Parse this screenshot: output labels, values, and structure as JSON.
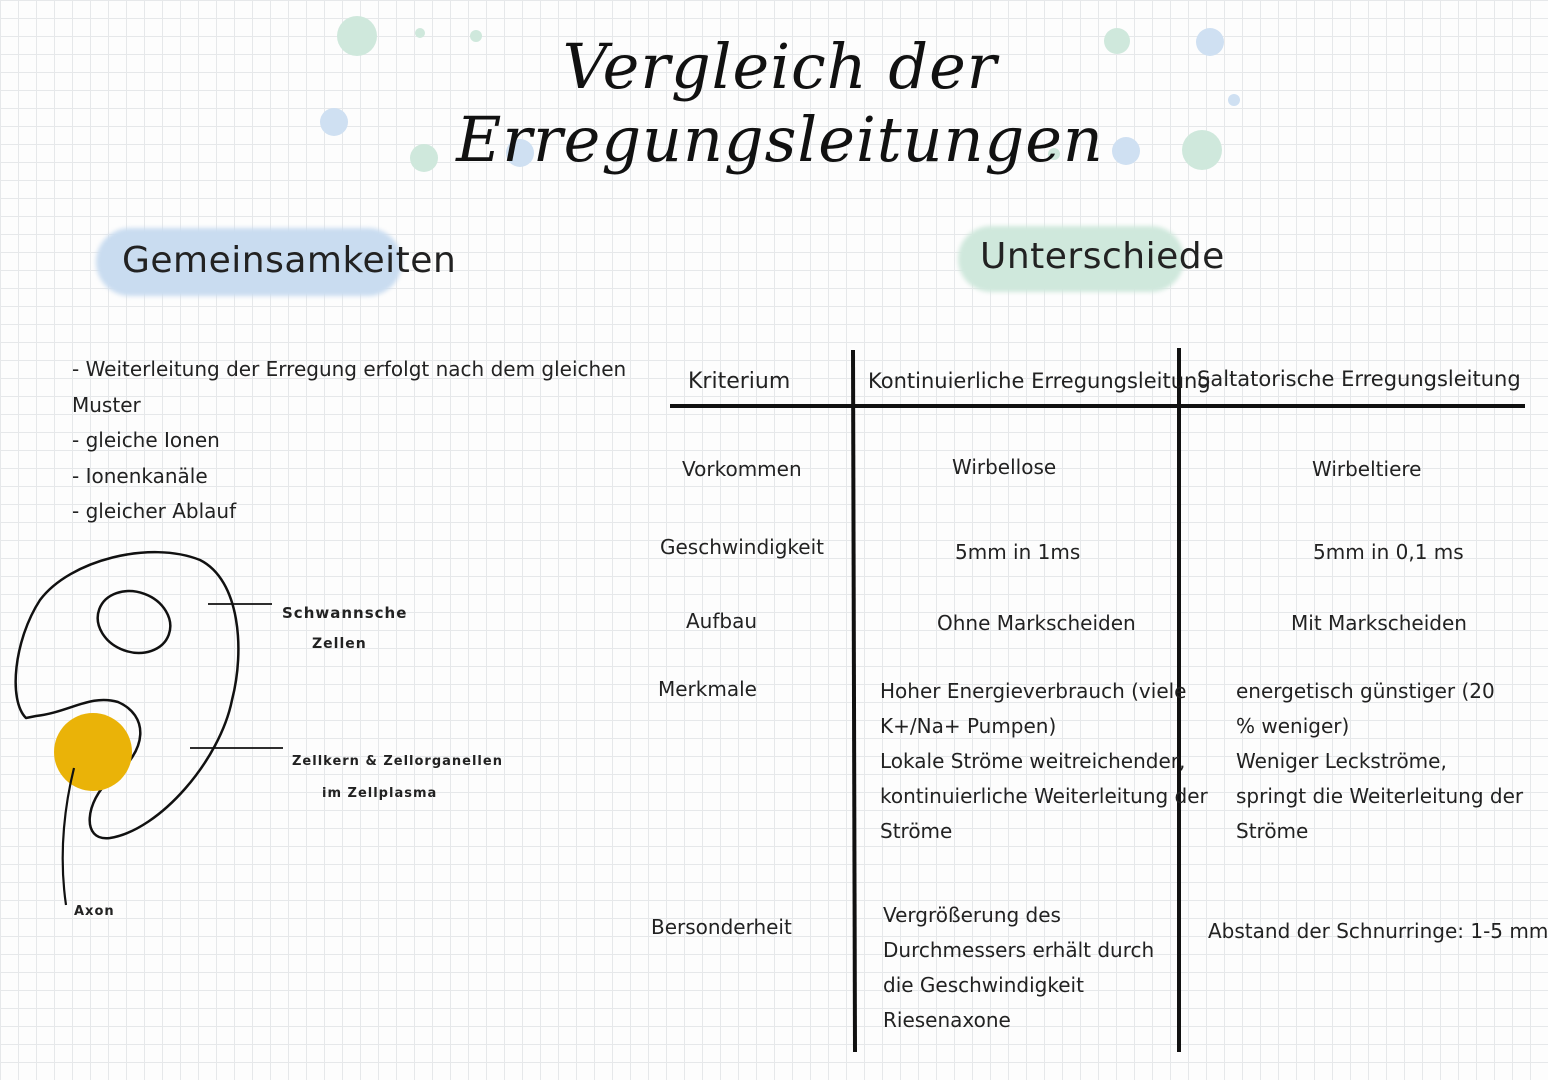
{
  "title": "Vergleich der Erregungsleitungen",
  "left_section": {
    "heading": "Gemeinsamkeiten",
    "notes": [
      "- Weiterleitung der Erregung erfolgt nach dem gleichen",
      "Muster",
      "- gleiche Ionen",
      "- Ionenkanäle",
      "- gleicher Ablauf"
    ],
    "diagram_labels": {
      "schwann_1": "Schwannsche",
      "schwann_2": "Zellen",
      "nucleus_1": "Zellkern & Zellorganellen",
      "nucleus_2": "im Zellplasma",
      "axon": "Axon"
    }
  },
  "right_section": {
    "heading": "Unterschiede",
    "table": {
      "headers": [
        "Kriterium",
        "Kontinuierliche Erregungsleitung",
        "Saltatorische Erregungsleitung"
      ],
      "rows": [
        {
          "criterion": "Vorkommen",
          "continuous": [
            "Wirbellose"
          ],
          "saltatory": [
            "Wirbeltiere"
          ]
        },
        {
          "criterion": "Geschwindigkeit",
          "continuous": [
            "5mm in 1ms"
          ],
          "saltatory": [
            "5mm in 0,1 ms"
          ]
        },
        {
          "criterion": "Aufbau",
          "continuous": [
            "Ohne Markscheiden"
          ],
          "saltatory": [
            "Mit Markscheiden"
          ]
        },
        {
          "criterion": "Merkmale",
          "continuous": [
            "Hoher Energieverbrauch (viele",
            "K+/Na+ Pumpen)",
            "Lokale Ströme weitreichender,",
            "kontinuierliche Weiterleitung der",
            "Ströme"
          ],
          "saltatory": [
            "energetisch günstiger (20",
            "% weniger)",
            "Weniger Leckströme,",
            "springt die Weiterleitung der",
            "Ströme"
          ]
        },
        {
          "criterion": "Bersonderheit",
          "continuous": [
            "Vergrößerung des",
            "Durchmessers erhält durch",
            "die Geschwindigkeit",
            "Riesenaxone"
          ],
          "saltatory": [
            "Abstand der Schnurringe: 1-5 mm"
          ]
        }
      ]
    }
  },
  "colors": {
    "blue_highlight": "#c9dcf0",
    "green_highlight": "#cfe8dc",
    "nucleus_yellow": "#eab308",
    "ink": "#111111"
  }
}
